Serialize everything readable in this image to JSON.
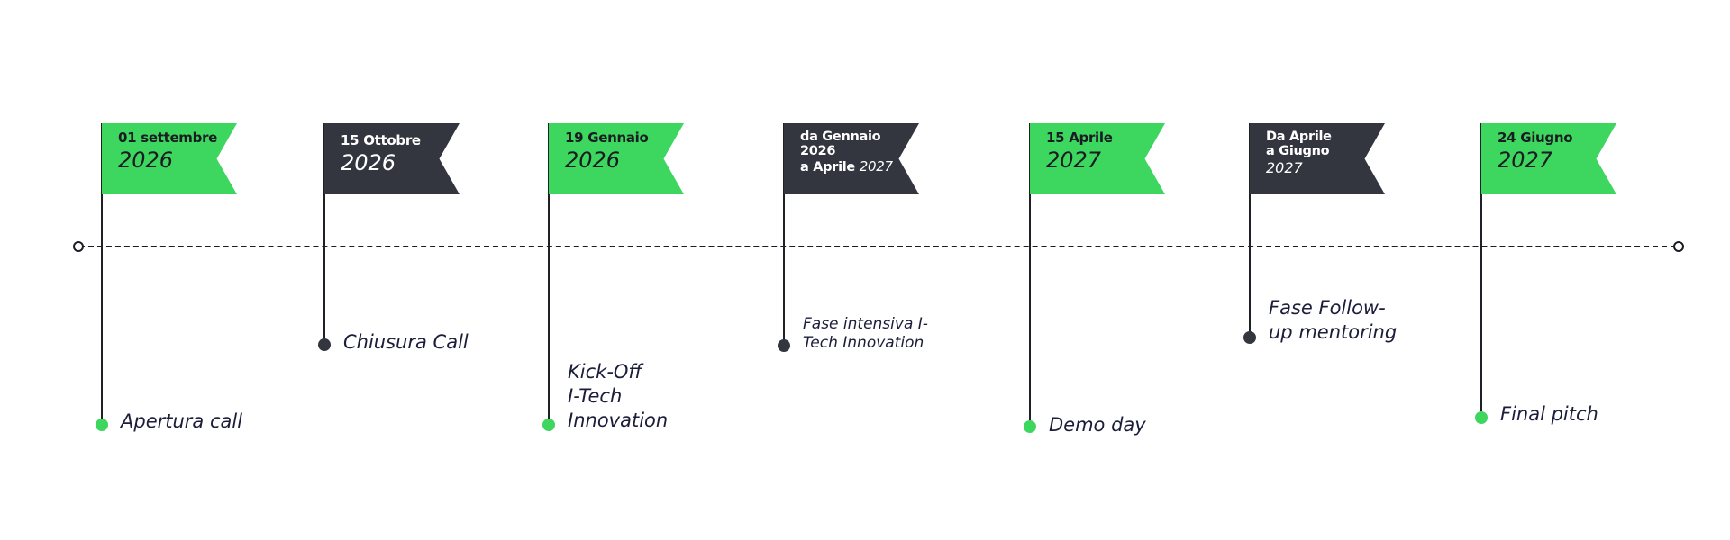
{
  "timeline": {
    "milestones": [
      {
        "flag_date": "01 settembre",
        "flag_year": "2026",
        "label_lines": [
          "Apertura call"
        ],
        "color": "#3dd65f"
      },
      {
        "flag_date": "15 Ottobre",
        "flag_year": "2026",
        "label_lines": [
          "Chiusura Call"
        ],
        "color": "#33363f"
      },
      {
        "flag_date": "19 Gennaio",
        "flag_year": "2026",
        "label_lines": [
          "Kick-Off",
          "I-Tech",
          "Innovation"
        ],
        "color": "#3dd65f"
      },
      {
        "flag_lines": [
          "da Gennaio",
          "2026"
        ],
        "flag_line3_bold": "a Aprile",
        "flag_line3_italic": "2027",
        "label_lines": [
          "Fase intensiva I-",
          "Tech Innovation"
        ],
        "color": "#33363f"
      },
      {
        "flag_date": "15 Aprile",
        "flag_year": "2027",
        "label_lines": [
          "Demo day"
        ],
        "color": "#3dd65f"
      },
      {
        "flag_lines": [
          "Da Aprile",
          "a Giugno"
        ],
        "flag_year": "2027",
        "label_lines": [
          "Fase Follow-",
          "up mentoring"
        ],
        "color": "#33363f"
      },
      {
        "flag_date": "24 Giugno",
        "flag_year": "2027",
        "label_lines": [
          "Final pitch"
        ],
        "color": "#3dd65f"
      }
    ]
  }
}
